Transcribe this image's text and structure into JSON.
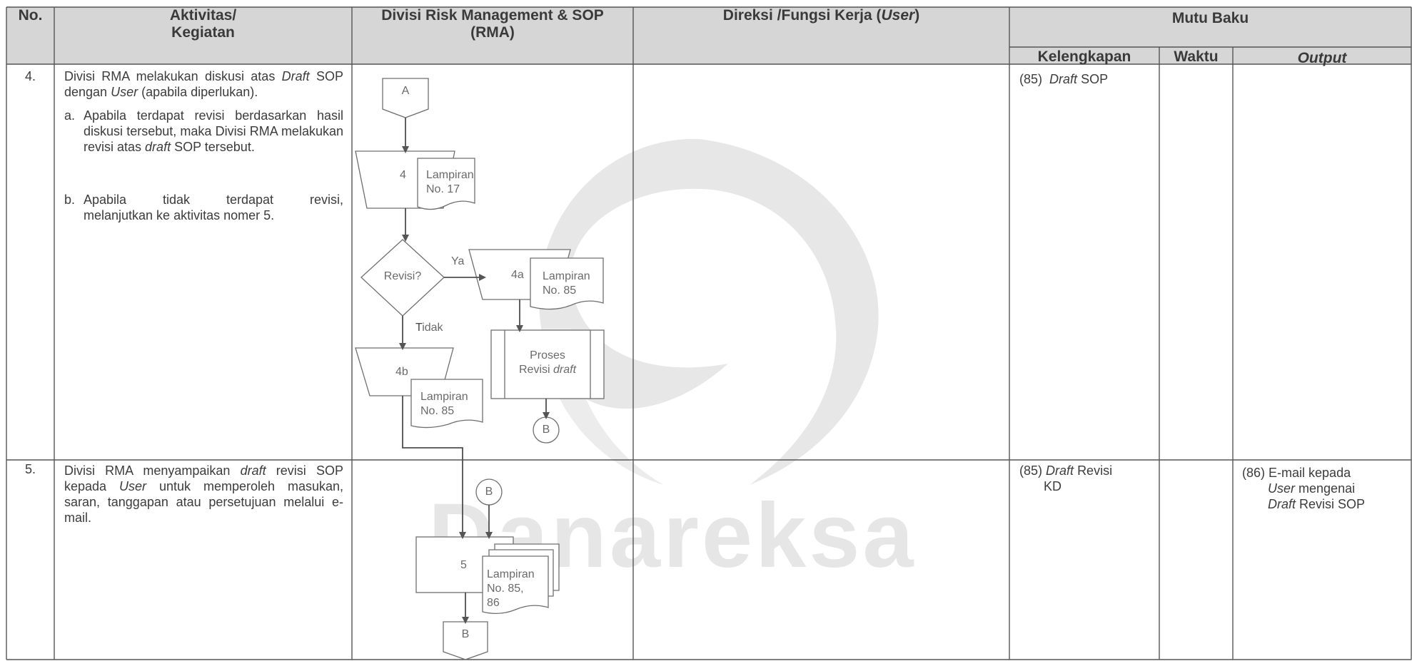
{
  "header": {
    "no": "No.",
    "aktivitas_1": "Aktivitas/",
    "aktivitas_2": "Kegiatan",
    "rma_1": "Divisi Risk Management & SOP",
    "rma_2": "(RMA)",
    "direksi_pre": "Direksi /Fungsi Kerja (",
    "direksi_user": "User",
    "direksi_post": ")",
    "mutu_baku": "Mutu Baku",
    "kelengkapan": "Kelengkapan",
    "waktu": "Waktu",
    "output": "Output"
  },
  "row4": {
    "no": "4.",
    "main_1": "Divisi RMA melakukan diskusi atas",
    "main_draft": "Draft",
    "main_2": "SOP dengan",
    "main_user": "User",
    "main_3": "(apabila diperlukan).",
    "a_label": "a.",
    "a_text_1": "Apabila terdapat revisi berdasarkan hasil diskusi tersebut, maka Divisi RMA melakukan revisi atas",
    "a_draft": "draft",
    "a_text_2": "SOP tersebut.",
    "b_label": "b.",
    "b_text_1": "Apabila tidak terdapat revisi,",
    "b_text_2": "melanjutkan ke aktivitas nomer 5.",
    "kelengkapan_num": "(85)",
    "kelengkapan_draft": "Draft",
    "kelengkapan_rest": "SOP"
  },
  "row5": {
    "no": "5.",
    "main_1": "Divisi RMA menyampaikan",
    "main_draft": "draft",
    "main_2": "revisi SOP kepada",
    "main_user": "User",
    "main_3": "untuk memperoleh masukan, saran, tanggapan atau persetujuan melalui e-mail.",
    "kelengkapan_num": "(85)",
    "kelengkapan_draft": "Draft",
    "kelengkapan_rest": "Revisi",
    "kelengkapan_line2": "KD",
    "output_num": "(86)",
    "output_1": "E-mail kepada",
    "output_user": "User",
    "output_2": "mengenai",
    "output_draft": "Draft",
    "output_3": "Revisi SOP"
  },
  "flow": {
    "connector_a": "A",
    "step4": "4",
    "lamp4_1": "Lampiran",
    "lamp4_2": "No. 17",
    "decision": "Revisi?",
    "yes": "Ya",
    "no_pre": "T",
    "no_rest": "idak",
    "step4a": "4a",
    "lamp4a_1": "Lampiran",
    "lamp4a_2": "No. 85",
    "proc_1": "Proses",
    "proc_2a": "Revisi",
    "proc_2b": "draft",
    "connector_b1": "B",
    "step4b": "4b",
    "lamp4b_1": "Lampiran",
    "lamp4b_2": "No. 85",
    "connector_b2": "B",
    "step5": "5",
    "lamp5_1": "Lampiran",
    "lamp5_2": "No. 85,",
    "lamp5_3": "86",
    "connector_b3": "B"
  },
  "watermark": "Danareksa",
  "colors": {
    "header_bg": "#d6d6d6",
    "line": "#555555",
    "flow_line": "#7a7a7a",
    "watermark": "#e6e6e6"
  }
}
